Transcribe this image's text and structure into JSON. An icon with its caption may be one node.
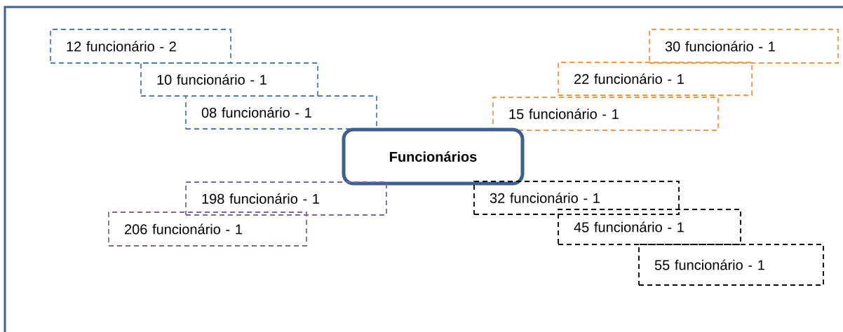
{
  "diagram": {
    "nodes": [
      {
        "text": [
          "12 funcionário - 2"
        ]
      },
      {
        "text": [
          "30 funcionário - 1"
        ]
      },
      {
        "text": [
          "10 funcionário - 1"
        ]
      },
      {
        "text": [
          "22 funcionário - 1"
        ]
      },
      {
        "text": [
          "08 funcionário - 1"
        ]
      },
      {
        "text": [
          "15 funcionário - 1"
        ]
      },
      {
        "text": [
          "Funcionários"
        ]
      },
      {
        "text": [
          "198 funcionário - 1"
        ]
      },
      {
        "text": [
          "32 funcionário - 1"
        ]
      },
      {
        "text": [
          "206 funcionário - 1"
        ]
      },
      {
        "text": [
          "45 funcionário - 1"
        ]
      },
      {
        "text": [
          "55 funcionário - 1"
        ]
      }
    ]
  }
}
